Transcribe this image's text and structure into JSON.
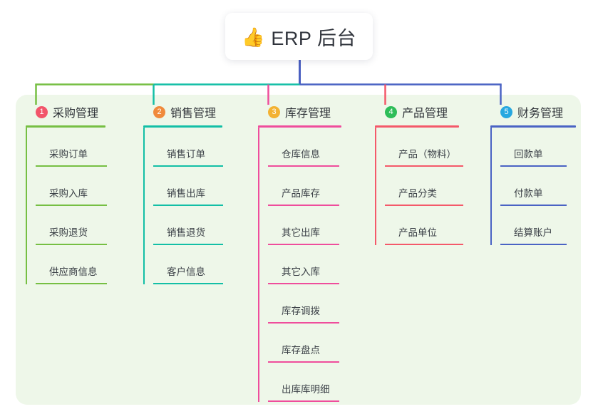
{
  "title": {
    "emoji_icon": "thumbs-up-icon",
    "emoji": "👍",
    "text": "ERP 后台"
  },
  "theme": {
    "panel_background": "#eef7e9",
    "page_background": "#ffffff",
    "title_stem": "#4a5fc1",
    "text_color": "#2e3238"
  },
  "columns": [
    {
      "number": "1",
      "title": "采购管理",
      "badge_color": "#f2556a",
      "line_color": "#76bf43",
      "items": [
        {
          "label": "采购订单"
        },
        {
          "label": "采购入库"
        },
        {
          "label": "采购退货"
        },
        {
          "label": "供应商信息"
        }
      ]
    },
    {
      "number": "2",
      "title": "销售管理",
      "badge_color": "#f08a3c",
      "line_color": "#13bfa6",
      "items": [
        {
          "label": "销售订单"
        },
        {
          "label": "销售出库"
        },
        {
          "label": "销售退货"
        },
        {
          "label": "客户信息"
        }
      ]
    },
    {
      "number": "3",
      "title": "库存管理",
      "badge_color": "#f3b233",
      "line_color": "#ef4d9c",
      "items": [
        {
          "label": "仓库信息"
        },
        {
          "label": "产品库存"
        },
        {
          "label": "其它出库"
        },
        {
          "label": "其它入库"
        },
        {
          "label": "库存调拨"
        },
        {
          "label": "库存盘点"
        },
        {
          "label": "出库库明细"
        }
      ]
    },
    {
      "number": "4",
      "title": "产品管理",
      "badge_color": "#2ebd59",
      "line_color": "#f4596a",
      "items": [
        {
          "label": "产品（物料）"
        },
        {
          "label": "产品分类"
        },
        {
          "label": "产品单位"
        }
      ]
    },
    {
      "number": "5",
      "title": "财务管理",
      "badge_color": "#27a8e0",
      "line_color": "#4a63c4",
      "items": [
        {
          "label": "回款单"
        },
        {
          "label": "付款单"
        },
        {
          "label": "结算账户"
        }
      ]
    }
  ]
}
